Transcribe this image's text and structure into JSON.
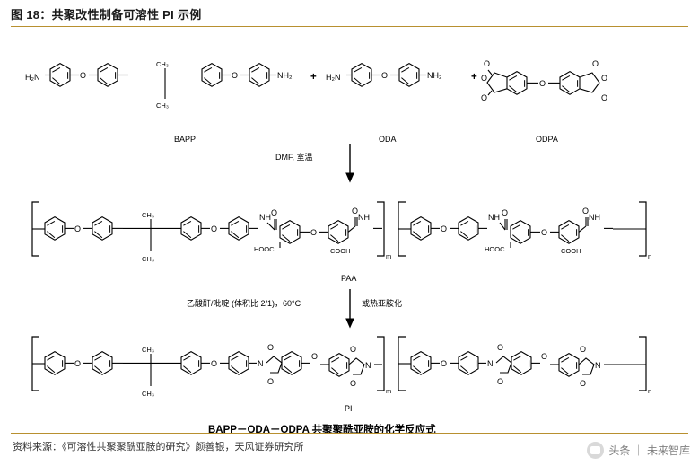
{
  "header": {
    "figure_label": "图 18：共聚改性制备可溶性 PI 示例"
  },
  "figure": {
    "reactants": [
      {
        "name": "BAPP",
        "formula_ends": [
          "H2N",
          "NH2"
        ],
        "substituent": "CH3"
      },
      {
        "name": "ODA",
        "formula_ends": [
          "H2N",
          "NH2"
        ]
      },
      {
        "name": "ODPA",
        "formula_ends": [
          "O",
          "O"
        ]
      }
    ],
    "plus_signs": [
      "+",
      "+"
    ],
    "step1_condition": "DMF, 室温",
    "intermediate_label": "PAA",
    "intermediate_groups": [
      "HOOC",
      "COOH",
      "HOOC",
      "COOH",
      "NH",
      "NH",
      "NH",
      "NH",
      "O"
    ],
    "intermediate_subscripts": [
      "m",
      "n"
    ],
    "step2_condition_left": "乙酸酐/吡啶 (体积比 2/1)，60°C",
    "step2_condition_right": "或热亚胺化",
    "product_label": "PI",
    "product_subscripts": [
      "m",
      "n"
    ],
    "caption": "BAPP－ODA－ODPA 共聚聚酰亚胺的化学反应式",
    "atom_labels": {
      "methyl": "CH3",
      "nitrogen": "N",
      "oxygen": "O",
      "amine_left": "H2N",
      "amine_right": "NH2",
      "carboxyl": "COOH",
      "carboxyl_alt": "HOOC",
      "amide": "NH"
    }
  },
  "footer": {
    "source": "资料来源：《可溶性共聚聚酰亚胺的研究》颜善银，天风证券研究所",
    "watermark": "头条 ｜ 未来智库"
  },
  "colors": {
    "rule": "#b8902f",
    "text": "#1a1a1a",
    "watermark": "#808080"
  }
}
